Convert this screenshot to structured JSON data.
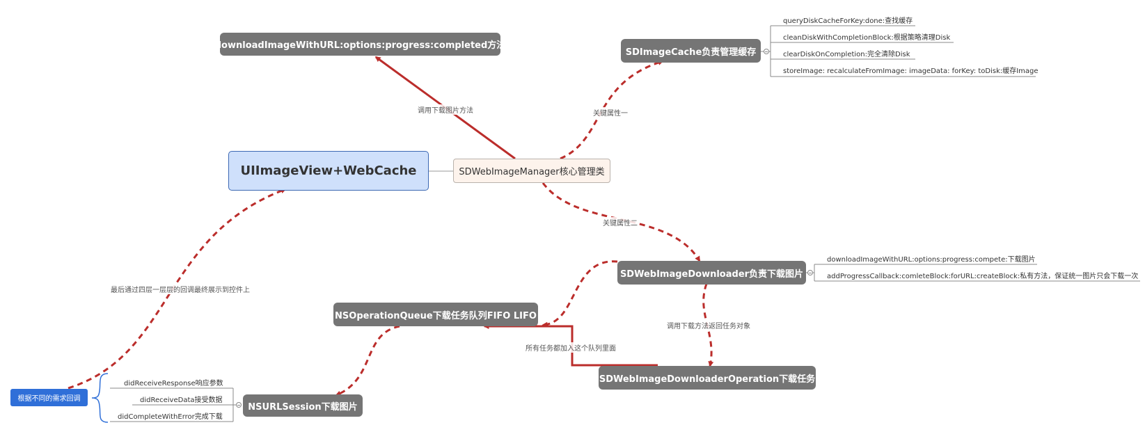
{
  "nodes": {
    "download_method": "downloadImageWithURL:options:progress:completed方法",
    "sdimagecache": "SDImageCache负责管理缓存",
    "central": "UIImageView+WebCache",
    "manager": "SDWebImageManager核心管理类",
    "downloader": "SDWebImageDownloader负责下载图片",
    "queue": "NSOperationQueue下载任务队列FIFO LIFO",
    "operation": "SDWebImageDownloaderOperation下载任务",
    "session": "NSURLSession下载图片",
    "callback": "根据不同的需求回调"
  },
  "cache_items": [
    "queryDiskCacheForKey:done:查找缓存",
    "cleanDiskWithCompletionBlock:根据策略清理Disk",
    "clearDiskOnCompletion:完全清除Disk",
    "storeImage: recalculateFromImage: imageData: forKey: toDisk:缓存Image"
  ],
  "downloader_items": [
    "downloadImageWithURL:options:progress:compete:下载图片",
    "addProgressCallback:comleteBlock:forURL:createBlock:私有方法，保证统一图片只会下载一次"
  ],
  "session_items": [
    "didReceiveResponse响应参数",
    "didReceiveData接受数据",
    "didCompleteWithError完成下载"
  ],
  "edge_labels": {
    "call_download": "调用下载图片方法",
    "key_prop_1": "关键属性一",
    "key_prop_2": "关键属性二",
    "return_task": "调用下载方法返回任务对象",
    "add_queue": "所有任务都加入这个队列里面",
    "final_callback": "最后通过四层一层层的回调最终展示到控件上"
  },
  "colors": {
    "edge": "#bb2d2b",
    "dark_node": "#757575",
    "central_fill": "#cfe0fb",
    "central_border": "#3c68b3",
    "manager_fill": "#fdf3ec",
    "callback_fill": "#2f6fd8",
    "brace": "#2f6fd8"
  }
}
